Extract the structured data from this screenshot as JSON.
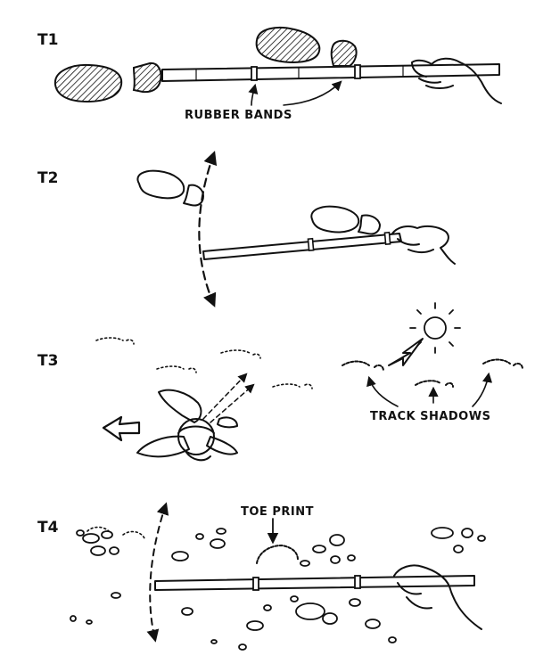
{
  "steps": [
    {
      "label": "T1"
    },
    {
      "label": "T2"
    },
    {
      "label": "T3"
    },
    {
      "label": "T4"
    }
  ],
  "annotations": {
    "rubber_bands": "RUBBER BANDS",
    "track_shadows": "TRACK SHADOWS",
    "toe_print": "TOE PRINT"
  }
}
